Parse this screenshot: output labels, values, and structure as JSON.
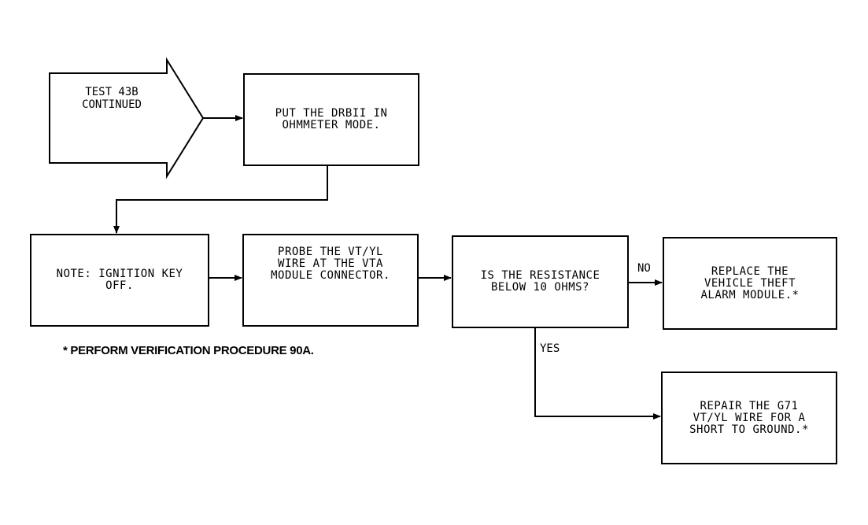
{
  "start_arrow": {
    "text": "TEST 43B\nCONTINUED"
  },
  "boxes": {
    "put_drbii": "PUT THE DRBII IN\nOHMMETER MODE.",
    "note_ignition": "NOTE: IGNITION KEY\nOFF.",
    "probe_wire": "PROBE THE VT/YL\nWIRE AT THE VTA\nMODULE CONNECTOR.",
    "resistance_question": "IS THE RESISTANCE\nBELOW 10 OHMS?",
    "replace_module": "REPLACE THE\nVEHICLE THEFT\nALARM MODULE.*",
    "repair_wire": "REPAIR THE G71\nVT/YL WIRE FOR A\nSHORT TO GROUND.*"
  },
  "branch_labels": {
    "no": "NO",
    "yes": "YES"
  },
  "footnote": "* PERFORM VERIFICATION PROCEDURE 90A."
}
